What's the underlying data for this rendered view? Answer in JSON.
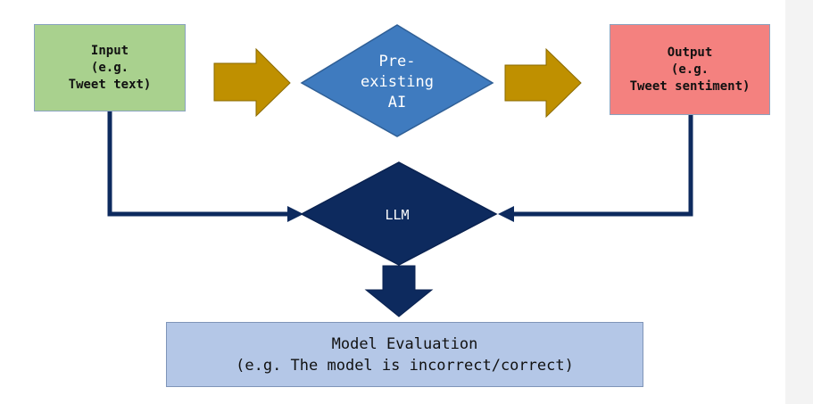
{
  "input": {
    "line1": "Input",
    "line2": "(e.g.",
    "line3": "Tweet text)"
  },
  "preexisting_ai": {
    "line1": "Pre-",
    "line2": "existing",
    "line3": "AI"
  },
  "output": {
    "line1": "Output",
    "line2": "(e.g.",
    "line3": "Tweet sentiment)"
  },
  "llm": {
    "label": "LLM"
  },
  "evaluation": {
    "line1": "Model Evaluation",
    "line2": "(e.g. The model is incorrect/correct)"
  },
  "colors": {
    "input_fill": "#a9d18e",
    "output_fill": "#f4817f",
    "ai_diamond_fill": "#3f7bbf",
    "llm_diamond_fill": "#0d2a5e",
    "evaluation_fill": "#b4c7e7",
    "block_arrow_fill": "#bf9000",
    "connector_line": "#0d2a5e"
  }
}
